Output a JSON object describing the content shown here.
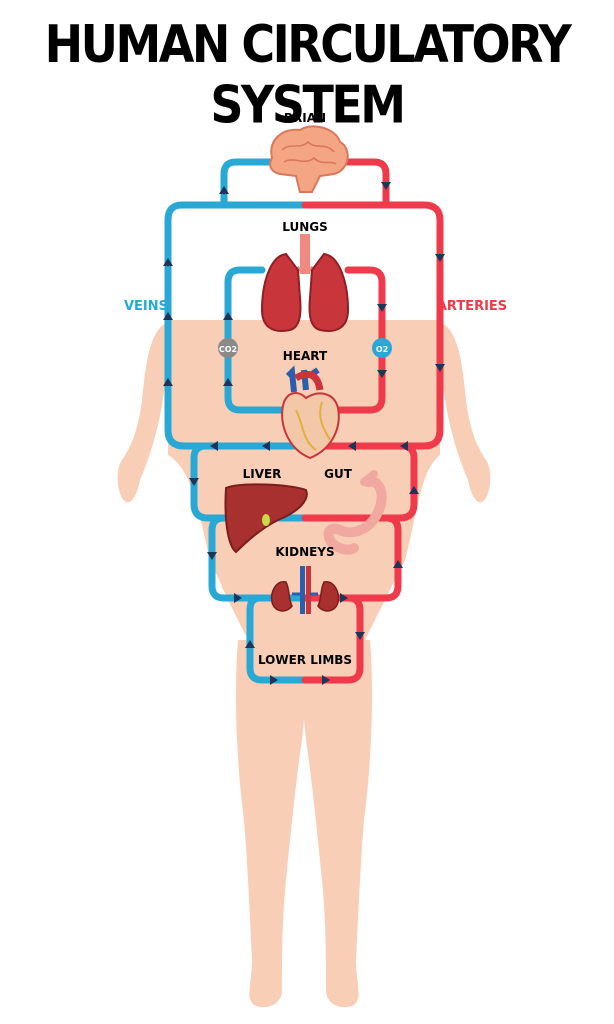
{
  "title": "HUMAN CIRCULATORY SYSTEM",
  "labels": {
    "brain": "BRIAN",
    "lungs": "LUNGS",
    "heart": "HEART",
    "liver": "LIVER",
    "gut": "GUT",
    "kidneys": "KIDNEYS",
    "lower_limbs": "LOWER LIMBS",
    "veins": "VEINS",
    "arteries": "ARTERIES",
    "co2": "CO2",
    "o2": "O2"
  },
  "colors": {
    "vein": "#29a8d6",
    "artery": "#ee3a4a",
    "skin": "#f8cfb6",
    "background": "#ffffff",
    "title": "#000000"
  },
  "icons": [
    "brain-icon",
    "lungs-icon",
    "heart-icon",
    "liver-icon",
    "stomach-icon",
    "kidneys-icon"
  ]
}
